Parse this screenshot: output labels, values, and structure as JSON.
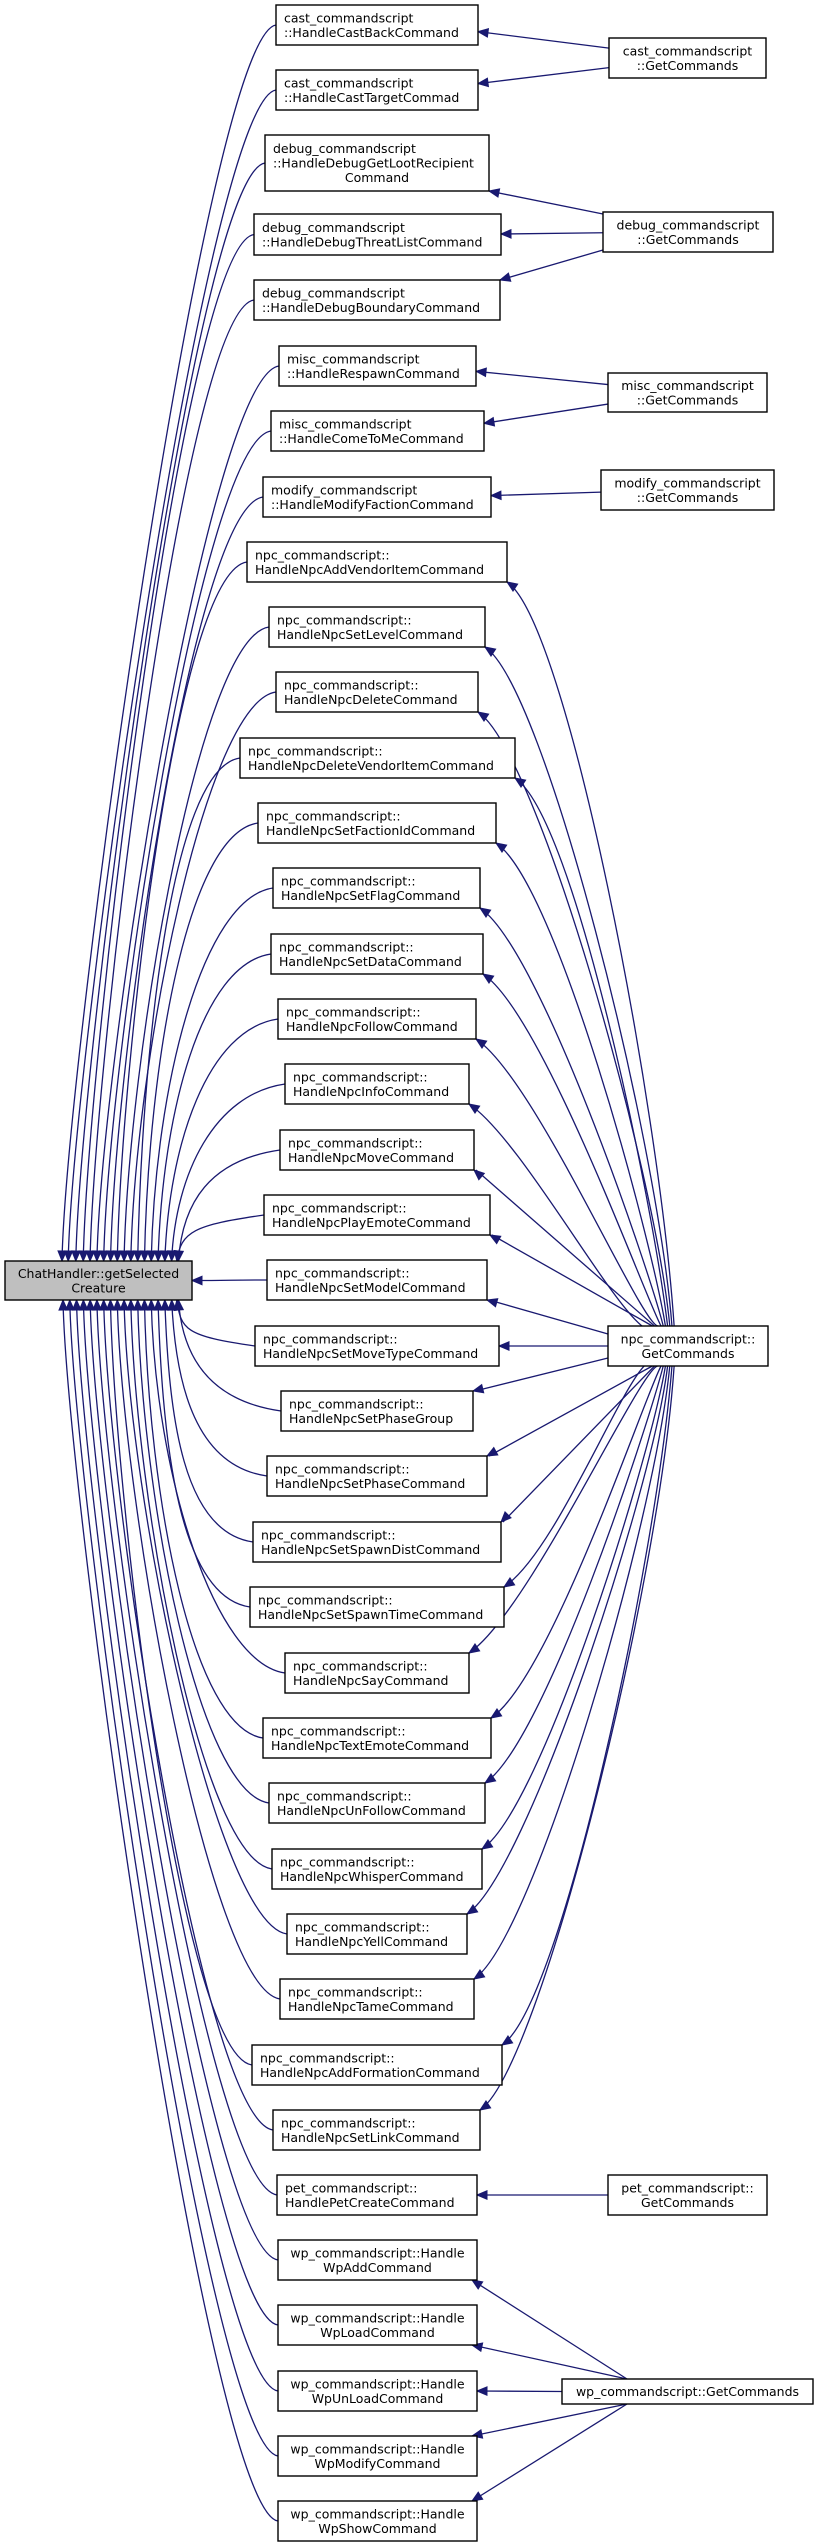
{
  "title": "Call graph of ChatHandler::getSelectedCreature",
  "root": {
    "id": "root",
    "lines": [
      "ChatHandler::getSelected",
      "Creature"
    ]
  },
  "callers": [
    {
      "id": "cast_back",
      "lines": [
        "cast_commandscript",
        "::HandleCastBackCommand"
      ],
      "align": "left",
      "parent": "cast_get"
    },
    {
      "id": "cast_target",
      "lines": [
        "cast_commandscript",
        "::HandleCastTargetCommad"
      ],
      "align": "left",
      "parent": "cast_get"
    },
    {
      "id": "debug_loot",
      "lines": [
        "debug_commandscript",
        "::HandleDebugGetLootRecipient",
        "Command"
      ],
      "align": "mixed",
      "parent": "debug_get"
    },
    {
      "id": "debug_threat",
      "lines": [
        "debug_commandscript",
        "::HandleDebugThreatListCommand"
      ],
      "align": "left",
      "parent": "debug_get"
    },
    {
      "id": "debug_boundary",
      "lines": [
        "debug_commandscript",
        "::HandleDebugBoundaryCommand"
      ],
      "align": "left",
      "parent": "debug_get"
    },
    {
      "id": "misc_respawn",
      "lines": [
        "misc_commandscript",
        "::HandleRespawnCommand"
      ],
      "align": "left",
      "parent": "misc_get"
    },
    {
      "id": "misc_cometome",
      "lines": [
        "misc_commandscript",
        "::HandleComeToMeCommand"
      ],
      "align": "left",
      "parent": "misc_get"
    },
    {
      "id": "modify_faction",
      "lines": [
        "modify_commandscript",
        "::HandleModifyFactionCommand"
      ],
      "align": "left",
      "parent": "modify_get"
    },
    {
      "id": "npc_addvendoritem",
      "lines": [
        "npc_commandscript::",
        "HandleNpcAddVendorItemCommand"
      ],
      "align": "left",
      "parent": "npc_get"
    },
    {
      "id": "npc_setlevel",
      "lines": [
        "npc_commandscript::",
        "HandleNpcSetLevelCommand"
      ],
      "align": "left",
      "parent": "npc_get"
    },
    {
      "id": "npc_delete",
      "lines": [
        "npc_commandscript::",
        "HandleNpcDeleteCommand"
      ],
      "align": "left",
      "parent": "npc_get"
    },
    {
      "id": "npc_deletevendoritem",
      "lines": [
        "npc_commandscript::",
        "HandleNpcDeleteVendorItemCommand"
      ],
      "align": "left",
      "parent": "npc_get"
    },
    {
      "id": "npc_setfactionid",
      "lines": [
        "npc_commandscript::",
        "HandleNpcSetFactionIdCommand"
      ],
      "align": "left",
      "parent": "npc_get"
    },
    {
      "id": "npc_setflag",
      "lines": [
        "npc_commandscript::",
        "HandleNpcSetFlagCommand"
      ],
      "align": "left",
      "parent": "npc_get"
    },
    {
      "id": "npc_setdata",
      "lines": [
        "npc_commandscript::",
        "HandleNpcSetDataCommand"
      ],
      "align": "left",
      "parent": "npc_get"
    },
    {
      "id": "npc_follow",
      "lines": [
        "npc_commandscript::",
        "HandleNpcFollowCommand"
      ],
      "align": "left",
      "parent": "npc_get"
    },
    {
      "id": "npc_info",
      "lines": [
        "npc_commandscript::",
        "HandleNpcInfoCommand"
      ],
      "align": "left",
      "parent": "npc_get"
    },
    {
      "id": "npc_move",
      "lines": [
        "npc_commandscript::",
        "HandleNpcMoveCommand"
      ],
      "align": "left",
      "parent": "npc_get"
    },
    {
      "id": "npc_playemote",
      "lines": [
        "npc_commandscript::",
        "HandleNpcPlayEmoteCommand"
      ],
      "align": "left",
      "parent": "npc_get"
    },
    {
      "id": "npc_setmodel",
      "lines": [
        "npc_commandscript::",
        "HandleNpcSetModelCommand"
      ],
      "align": "left",
      "parent": "npc_get"
    },
    {
      "id": "npc_setmovetype",
      "lines": [
        "npc_commandscript::",
        "HandleNpcSetMoveTypeCommand"
      ],
      "align": "left",
      "parent": "npc_get"
    },
    {
      "id": "npc_setphasegroup",
      "lines": [
        "npc_commandscript::",
        "HandleNpcSetPhaseGroup"
      ],
      "align": "left",
      "parent": "npc_get"
    },
    {
      "id": "npc_setphase",
      "lines": [
        "npc_commandscript::",
        "HandleNpcSetPhaseCommand"
      ],
      "align": "left",
      "parent": "npc_get"
    },
    {
      "id": "npc_setspawndist",
      "lines": [
        "npc_commandscript::",
        "HandleNpcSetSpawnDistCommand"
      ],
      "align": "left",
      "parent": "npc_get"
    },
    {
      "id": "npc_setspawntime",
      "lines": [
        "npc_commandscript::",
        "HandleNpcSetSpawnTimeCommand"
      ],
      "align": "left",
      "parent": "npc_get"
    },
    {
      "id": "npc_say",
      "lines": [
        "npc_commandscript::",
        "HandleNpcSayCommand"
      ],
      "align": "left",
      "parent": "npc_get"
    },
    {
      "id": "npc_textemote",
      "lines": [
        "npc_commandscript::",
        "HandleNpcTextEmoteCommand"
      ],
      "align": "left",
      "parent": "npc_get"
    },
    {
      "id": "npc_unfollow",
      "lines": [
        "npc_commandscript::",
        "HandleNpcUnFollowCommand"
      ],
      "align": "left",
      "parent": "npc_get"
    },
    {
      "id": "npc_whisper",
      "lines": [
        "npc_commandscript::",
        "HandleNpcWhisperCommand"
      ],
      "align": "left",
      "parent": "npc_get"
    },
    {
      "id": "npc_yell",
      "lines": [
        "npc_commandscript::",
        "HandleNpcYellCommand"
      ],
      "align": "left",
      "parent": "npc_get"
    },
    {
      "id": "npc_tame",
      "lines": [
        "npc_commandscript::",
        "HandleNpcTameCommand"
      ],
      "align": "left",
      "parent": "npc_get"
    },
    {
      "id": "npc_addformation",
      "lines": [
        "npc_commandscript::",
        "HandleNpcAddFormationCommand"
      ],
      "align": "left",
      "parent": "npc_get"
    },
    {
      "id": "npc_setlink",
      "lines": [
        "npc_commandscript::",
        "HandleNpcSetLinkCommand"
      ],
      "align": "left",
      "parent": "npc_get"
    },
    {
      "id": "pet_create",
      "lines": [
        "pet_commandscript::",
        "HandlePetCreateCommand"
      ],
      "align": "left",
      "parent": "pet_get"
    },
    {
      "id": "wp_add",
      "lines": [
        "wp_commandscript::Handle",
        "WpAddCommand"
      ],
      "align": "center",
      "parent": "wp_get"
    },
    {
      "id": "wp_load",
      "lines": [
        "wp_commandscript::Handle",
        "WpLoadCommand"
      ],
      "align": "center",
      "parent": "wp_get"
    },
    {
      "id": "wp_unload",
      "lines": [
        "wp_commandscript::Handle",
        "WpUnLoadCommand"
      ],
      "align": "center",
      "parent": "wp_get"
    },
    {
      "id": "wp_modify",
      "lines": [
        "wp_commandscript::Handle",
        "WpModifyCommand"
      ],
      "align": "center",
      "parent": "wp_get"
    },
    {
      "id": "wp_show",
      "lines": [
        "wp_commandscript::Handle",
        "WpShowCommand"
      ],
      "align": "center",
      "parent": "wp_get"
    }
  ],
  "command_tables": [
    {
      "id": "cast_get",
      "lines": [
        "cast_commandscript",
        "::GetCommands"
      ]
    },
    {
      "id": "debug_get",
      "lines": [
        "debug_commandscript",
        "::GetCommands"
      ]
    },
    {
      "id": "misc_get",
      "lines": [
        "misc_commandscript",
        "::GetCommands"
      ]
    },
    {
      "id": "modify_get",
      "lines": [
        "modify_commandscript",
        "::GetCommands"
      ]
    },
    {
      "id": "npc_get",
      "lines": [
        "npc_commandscript::",
        "GetCommands"
      ]
    },
    {
      "id": "pet_get",
      "lines": [
        "pet_commandscript::",
        "GetCommands"
      ]
    },
    {
      "id": "wp_get",
      "lines": [
        "wp_commandscript::GetCommands"
      ]
    }
  ],
  "colors": {
    "edge": "#191970",
    "root_fill": "#bfbfbf",
    "node_fill": "#ffffff",
    "border": "#000000"
  }
}
